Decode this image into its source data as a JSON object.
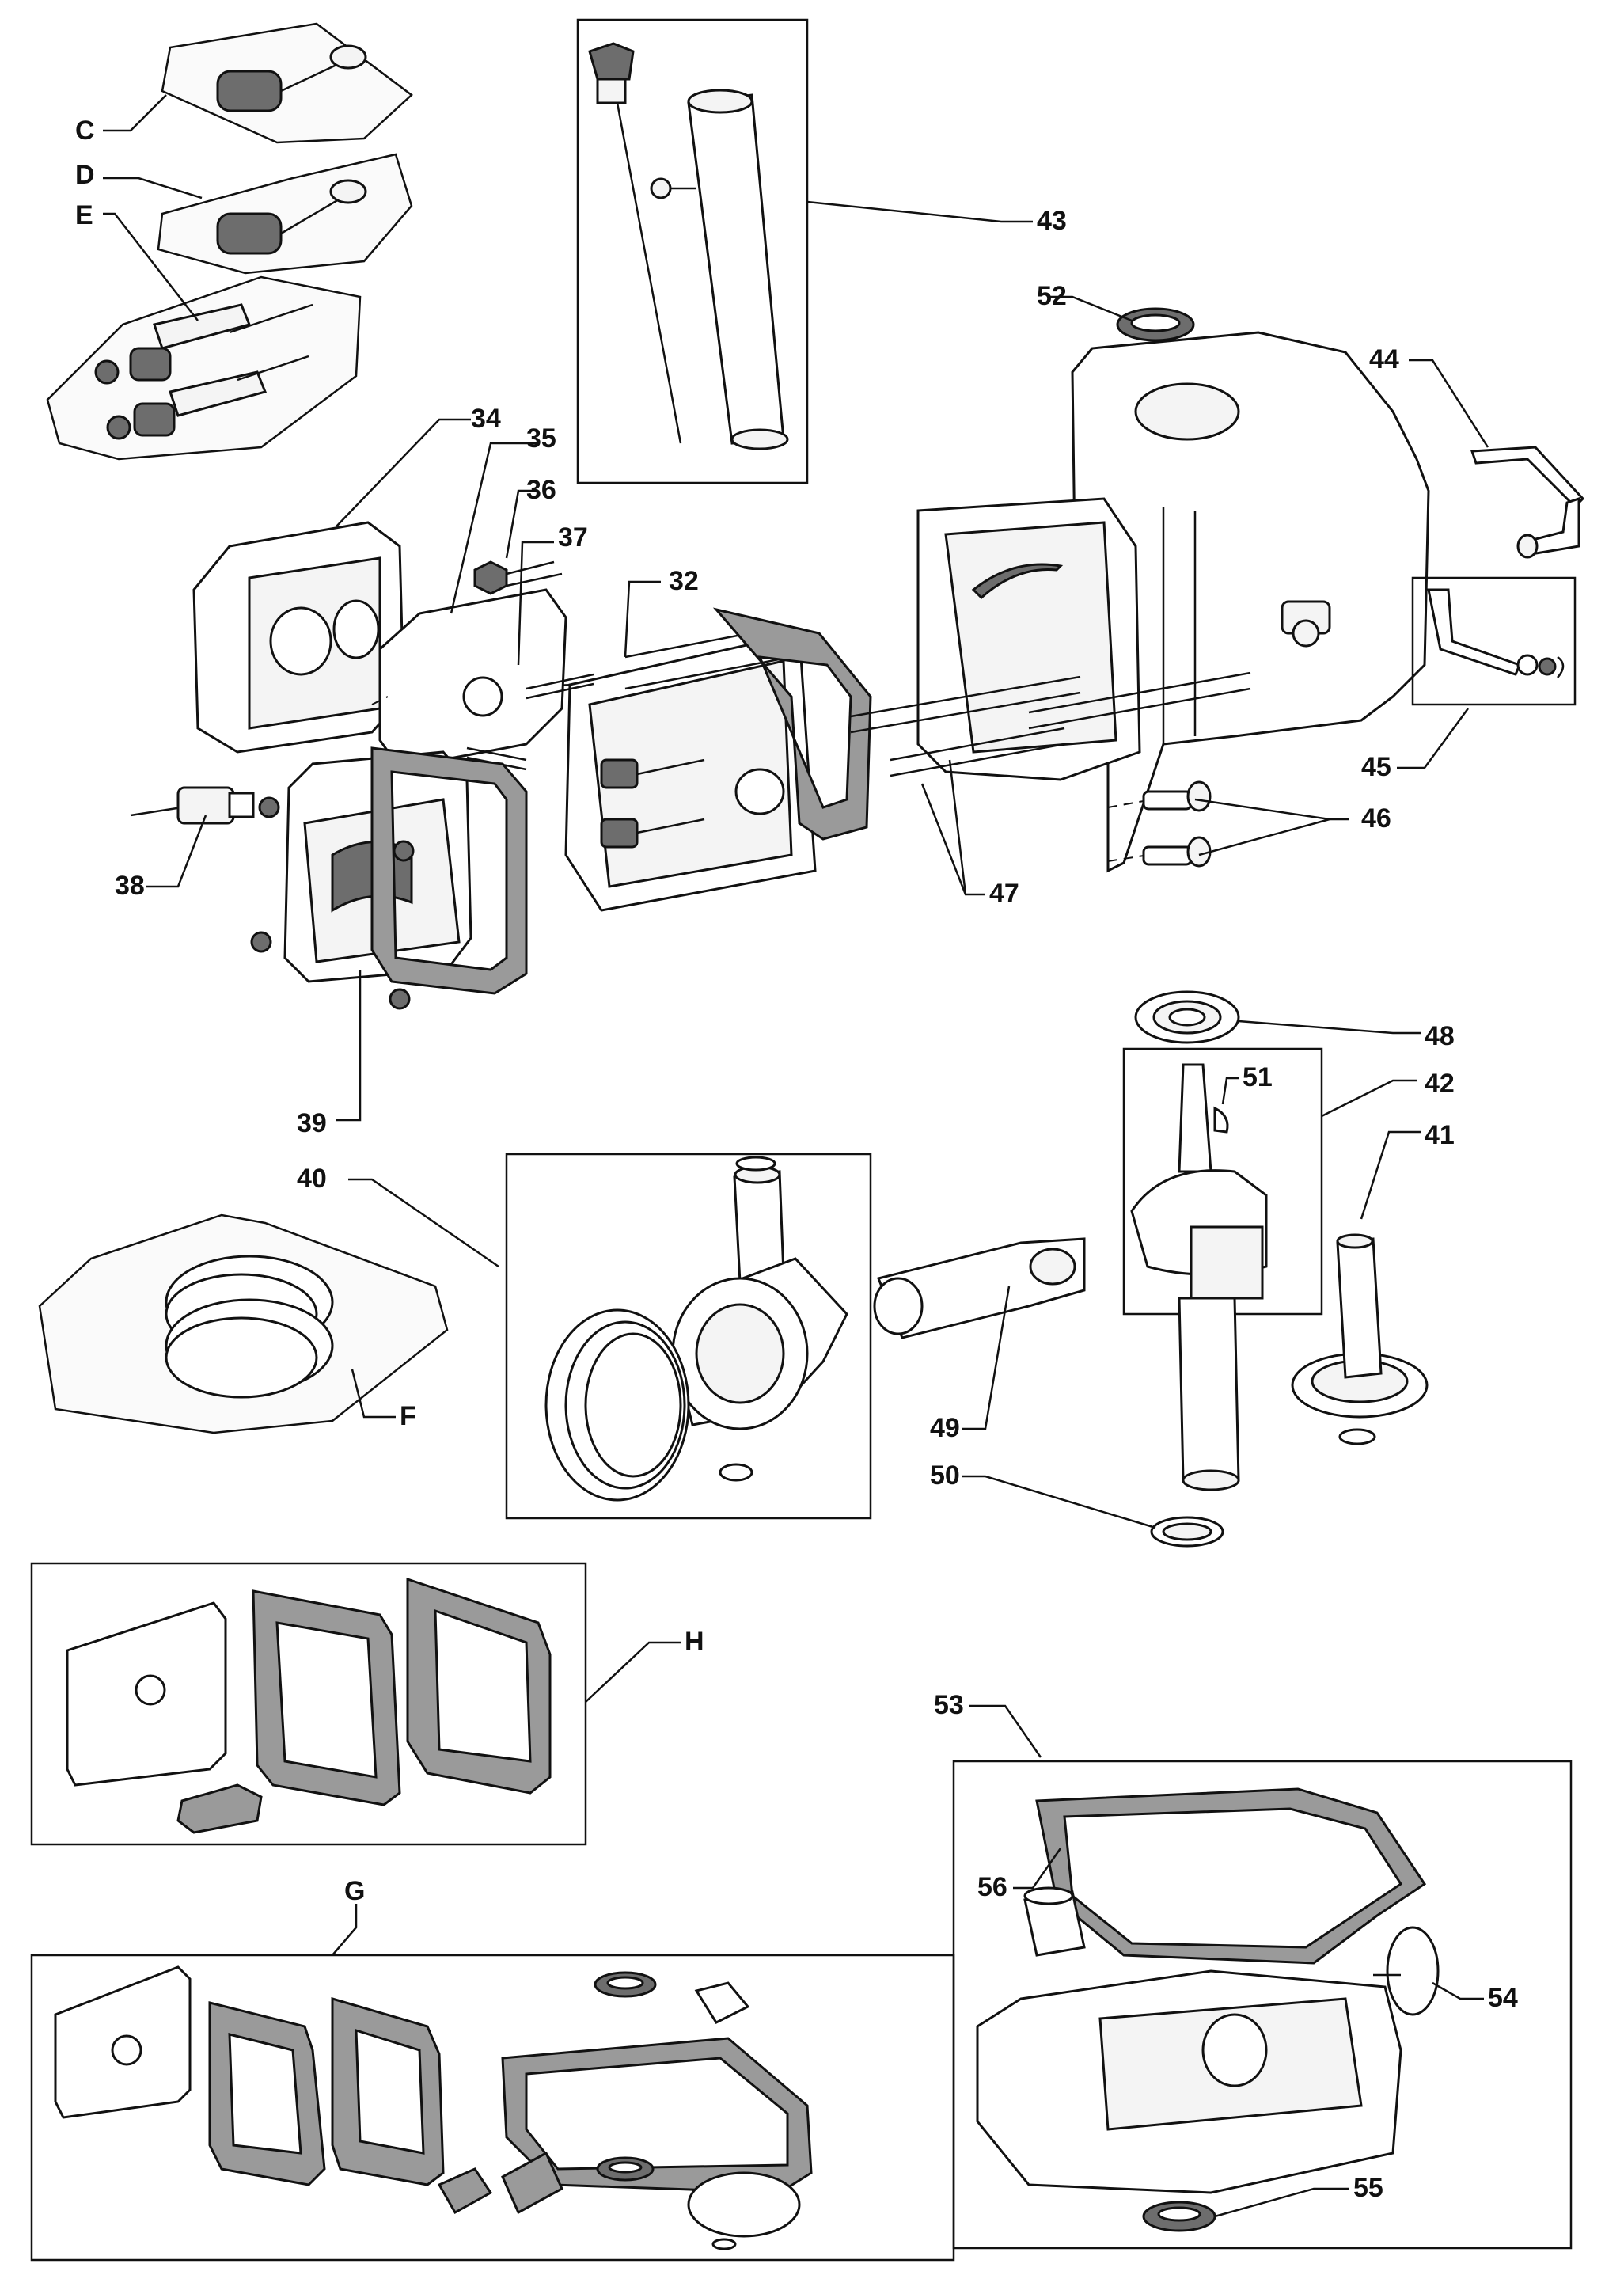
{
  "callouts": {
    "c": "C",
    "d": "D",
    "e": "E",
    "f": "F",
    "g": "G",
    "h": "H",
    "p32": "32",
    "p34": "34",
    "p35": "35",
    "p36": "36",
    "p37": "37",
    "p38": "38",
    "p39": "39",
    "p40": "40",
    "p41": "41",
    "p42": "42",
    "p43": "43",
    "p44": "44",
    "p45": "45",
    "p46": "46",
    "p47": "47",
    "p48": "48",
    "p49": "49",
    "p50": "50",
    "p51": "51",
    "p52": "52",
    "p53": "53",
    "p54": "54",
    "p55": "55",
    "p56": "56"
  },
  "colors": {
    "line": "#111111",
    "part_fill": "#f4f4f4",
    "gasket_fill": "#9a9a9a",
    "background": "#ffffff"
  }
}
